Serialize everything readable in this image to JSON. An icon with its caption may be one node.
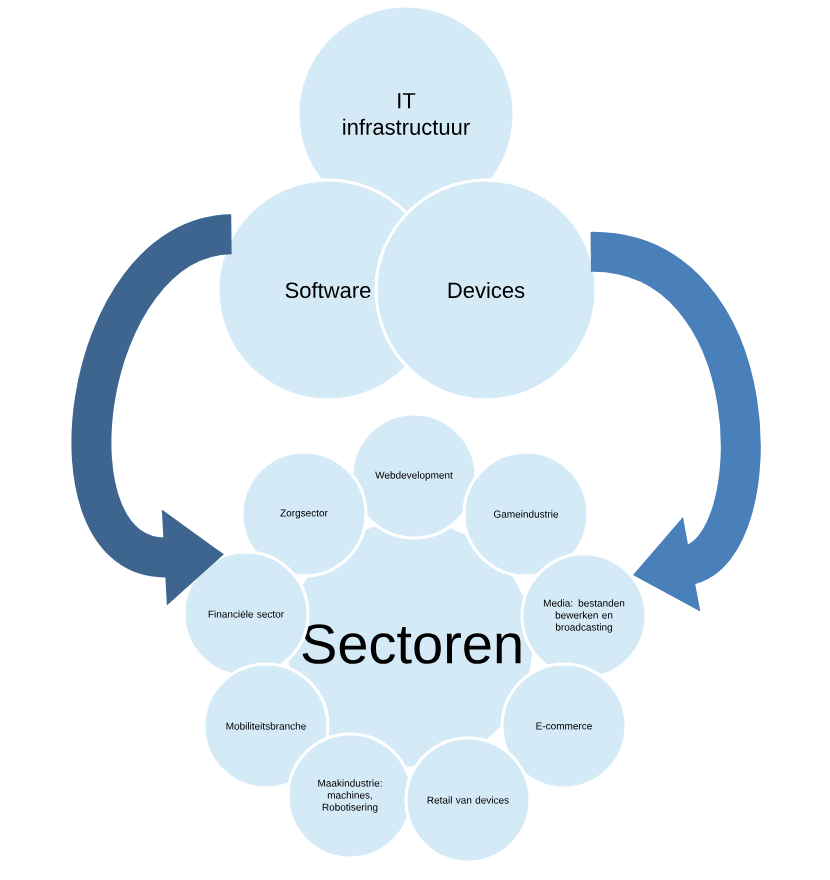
{
  "diagram": {
    "nodes": [
      {
        "text": [
          "IT infrastructuur"
        ]
      },
      {
        "text": [
          "Software"
        ]
      },
      {
        "text": [
          "Devices"
        ]
      },
      {
        "text": [
          "Sectoren"
        ]
      },
      {
        "text": [
          "Webdevelopment"
        ]
      },
      {
        "text": [
          "Zorgsector"
        ]
      },
      {
        "text": [
          "Gameindustrie"
        ]
      },
      {
        "text": [
          "Financiële sector"
        ]
      },
      {
        "text": [
          "Media: bestanden bewerken en broadcasting"
        ]
      },
      {
        "text": [
          "Mobiliteitsbranche"
        ]
      },
      {
        "text": [
          "E-commerce"
        ]
      },
      {
        "text": [
          "Maakindustrie: machines, Robotisering"
        ]
      },
      {
        "text": [
          "Retail van devices"
        ]
      }
    ],
    "edges": [
      {
        "from": 1,
        "to": 7,
        "arrow": "to",
        "color": "#3e6590"
      },
      {
        "from": 2,
        "to": 8,
        "arrow": "to",
        "color": "#4a80ba"
      }
    ]
  }
}
